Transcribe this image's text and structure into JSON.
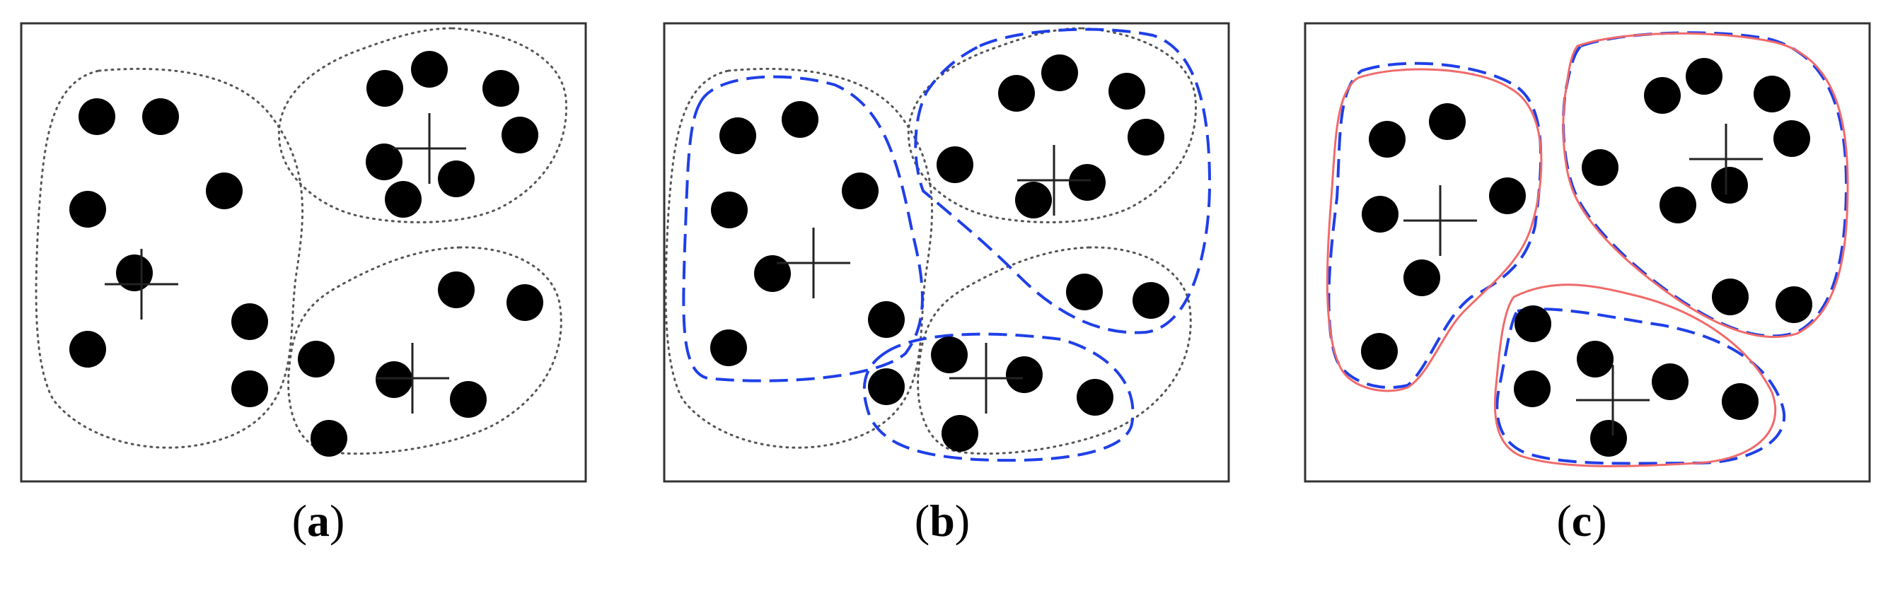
{
  "colors": {
    "point": "#000000",
    "frame": "#333333",
    "dotted_outline": "#555555",
    "dashed_outline": "#1f3fe8",
    "solid_outline": "#f06a6a",
    "centroid": "#222222"
  },
  "panels": [
    {
      "id": "a",
      "caption": {
        "open": "(",
        "letter": "a",
        "close": ")"
      }
    },
    {
      "id": "b",
      "caption": {
        "open": "(",
        "letter": "b",
        "close": ")"
      }
    },
    {
      "id": "c",
      "caption": {
        "open": "(",
        "letter": "c",
        "close": ")"
      }
    }
  ]
}
